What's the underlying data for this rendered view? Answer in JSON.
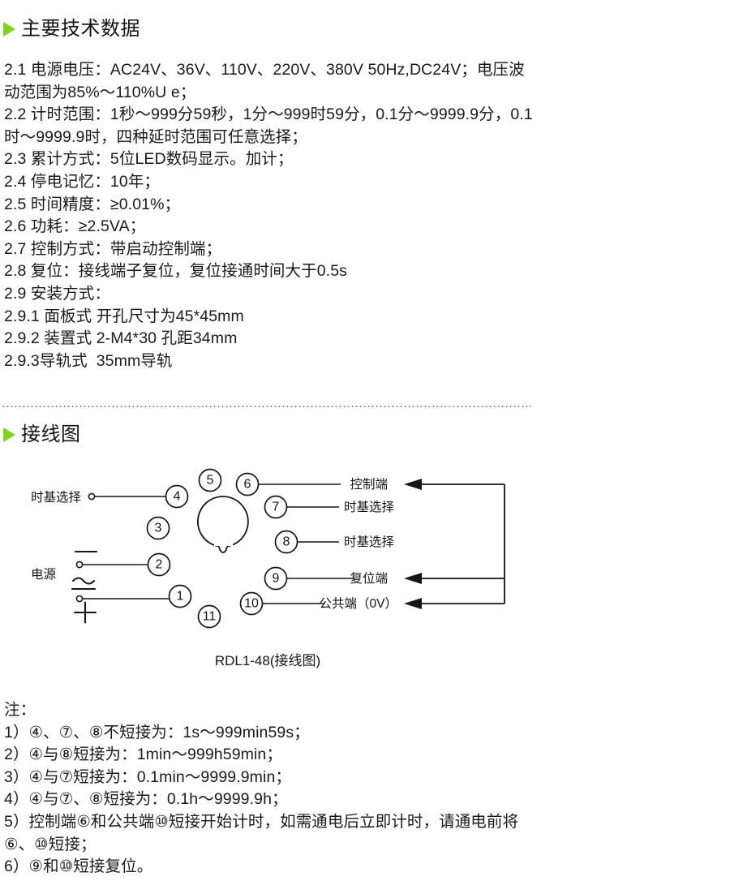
{
  "sections": {
    "specs_heading": "主要技术数据",
    "wiring_heading": "接线图"
  },
  "specs": {
    "lines": [
      "2.1 电源电压：AC24V、36V、110V、220V、380V 50Hz,DC24V；电压波动范围为85%～110%U e；",
      "2.2 计时范围：1秒～999分59秒，1分～999时59分，0.1分～9999.9分，0.1时～9999.9时，四种延时范围可任意选择；",
      "2.3 累计方式：5位LED数码显示。加计；",
      "2.4 停电记忆：10年；",
      "2.5 时间精度：≥0.01%；",
      "2.6 功耗：≥2.5VA；",
      "2.7 控制方式：带启动控制端；",
      "2.8 复位：接线端子复位，复位接通时间大于0.5s",
      "2.9 安装方式：",
      "2.9.1 面板式 开孔尺寸为45*45mm",
      "2.9.2 装置式 2-M4*30 孔距34mm",
      "2.9.3导轨式  35mm导轨"
    ]
  },
  "diagram": {
    "caption": "RDL1-48(接线图)",
    "left_labels": [
      {
        "text": "时基选择"
      },
      {
        "text": "电源"
      }
    ],
    "right_labels": [
      {
        "text": "控制端"
      },
      {
        "text": "时基选择"
      },
      {
        "text": "时基选择"
      },
      {
        "text": "复位端"
      },
      {
        "text": "公共端（0V）"
      }
    ],
    "pins": [
      {
        "number": "1"
      },
      {
        "number": "2"
      },
      {
        "number": "3"
      },
      {
        "number": "4"
      },
      {
        "number": "5"
      },
      {
        "number": "6"
      },
      {
        "number": "7"
      },
      {
        "number": "8"
      },
      {
        "number": "9"
      },
      {
        "number": "10"
      },
      {
        "number": "11"
      }
    ],
    "power_symbols": {
      "negative": "−",
      "alternating": "~",
      "positive": "+"
    }
  },
  "notes": {
    "title": "注：",
    "lines": [
      "1）④、⑦、⑧不短接为：1s～999min59s；",
      "2）④与⑧短接为：1min～999h59min；",
      "3）④与⑦短接为：0.1min～9999.9min；",
      "4）④与⑦、⑧短接为：0.1h～9999.9h；",
      "5）控制端⑥和公共端⑩短接开始计时，如需通电后立即计时，请通电前将⑥、⑩短接；",
      "6）⑨和⑩短接复位。"
    ]
  },
  "colors": {
    "accent_green": "#7ed321",
    "text": "#1a1a1a",
    "line": "#161616"
  }
}
